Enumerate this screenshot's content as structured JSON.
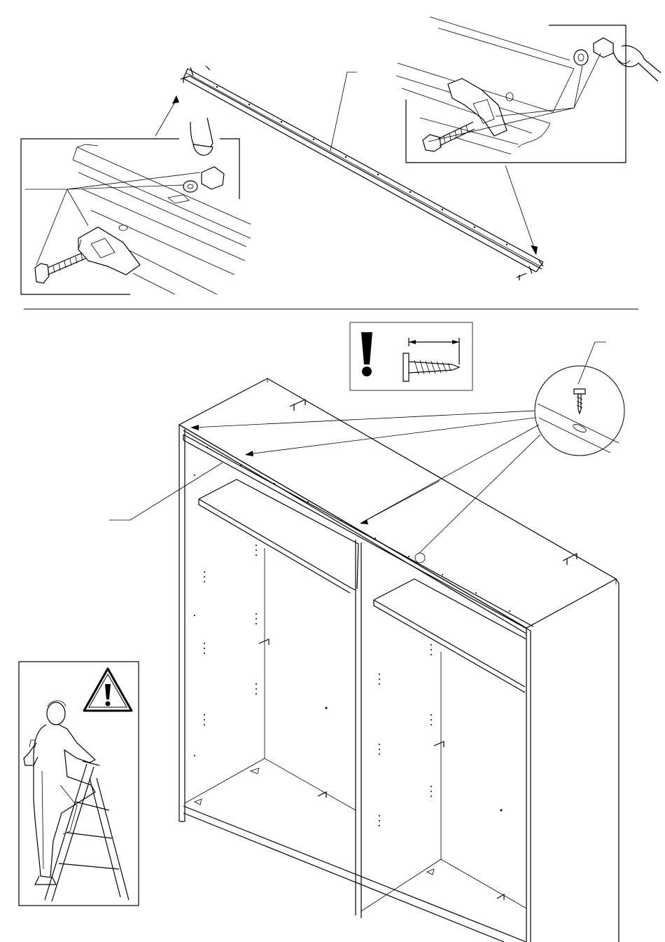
{
  "page": {
    "title": ""
  },
  "icons": {
    "warning": "exclamation-mark-icon",
    "hazard": "warning-triangle-icon",
    "screw": "screw-icon",
    "worker": "worker-on-ladder-illustration"
  },
  "steps": [
    {
      "name": "attach-rail-hardware",
      "parts": [
        "rail",
        "bolt",
        "clamp",
        "washer",
        "nut",
        "wrench"
      ]
    },
    {
      "name": "mount-rail-on-wardrobe",
      "parts": [
        "rail",
        "screw",
        "wardrobe-carcass"
      ]
    }
  ]
}
